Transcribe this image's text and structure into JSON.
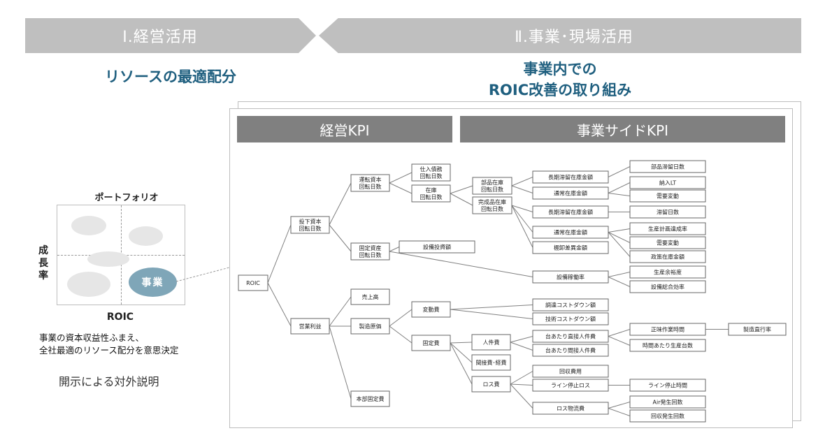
{
  "banners": {
    "left": "Ⅰ.経営活用",
    "right": "Ⅱ.事業･現場活用"
  },
  "headings": {
    "left": "リソースの最適配分",
    "right_line1": "事業内での",
    "right_line2": "ROIC改善の取り組み"
  },
  "kpi_headers": {
    "management": "経営KPI",
    "business": "事業サイドKPI"
  },
  "portfolio": {
    "title": "ポートフォリオ",
    "y_axis_label": "成長率",
    "x_axis_label": "ROIC",
    "highlight_bubble": "事業",
    "highlight_color": "#7fa6b8",
    "description_line1": "事業の資本収益性ふまえ、",
    "description_line2": "全社最適のリソース配分を意思決定",
    "disclosure": "開示による対外説明"
  },
  "colors": {
    "accent_heading": "#1f5f7f",
    "banner": "#bfbfbf",
    "kpi_header": "#808080"
  },
  "tree": {
    "nodes": [
      {
        "id": "roic",
        "lines": [
          "ROIC"
        ]
      },
      {
        "id": "invested",
        "lines": [
          "投下資本",
          "回転日数"
        ]
      },
      {
        "id": "oprofit",
        "lines": [
          "営業利益"
        ]
      },
      {
        "id": "wc",
        "lines": [
          "運転資本",
          "回転日数"
        ]
      },
      {
        "id": "fixed_asset",
        "lines": [
          "固定資産",
          "回転日数"
        ]
      },
      {
        "id": "sales",
        "lines": [
          "売上高"
        ]
      },
      {
        "id": "cogs",
        "lines": [
          "製造原価"
        ]
      },
      {
        "id": "hq_fixed",
        "lines": [
          "本部固定費"
        ]
      },
      {
        "id": "payables",
        "lines": [
          "仕入債務",
          "回転日数"
        ]
      },
      {
        "id": "inventory",
        "lines": [
          "在庫",
          "回転日数"
        ]
      },
      {
        "id": "capex",
        "lines": [
          "設備投資額"
        ]
      },
      {
        "id": "variable",
        "lines": [
          "変動費"
        ]
      },
      {
        "id": "fixed_cost",
        "lines": [
          "固定費"
        ]
      },
      {
        "id": "parts_inv",
        "lines": [
          "部品在庫",
          "回転日数"
        ]
      },
      {
        "id": "fg_inv",
        "lines": [
          "完成品在庫",
          "回転日数"
        ]
      },
      {
        "id": "labor",
        "lines": [
          "人件費"
        ]
      },
      {
        "id": "overhead",
        "lines": [
          "間接費･経費"
        ]
      },
      {
        "id": "loss",
        "lines": [
          "ロス費"
        ]
      },
      {
        "id": "lt_stock1",
        "lines": [
          "長期滞留在庫金額"
        ]
      },
      {
        "id": "normal_stock1",
        "lines": [
          "通常在庫金額"
        ]
      },
      {
        "id": "lt_stock2",
        "lines": [
          "長期滞留在庫金額"
        ]
      },
      {
        "id": "normal_stock2",
        "lines": [
          "通常在庫金額"
        ]
      },
      {
        "id": "stocktake",
        "lines": [
          "棚卸差異金額"
        ]
      },
      {
        "id": "utilization",
        "lines": [
          "設備稼働率"
        ]
      },
      {
        "id": "procure_cd",
        "lines": [
          "調達コストダウン額"
        ]
      },
      {
        "id": "tech_cd",
        "lines": [
          "技術コストダウン額"
        ]
      },
      {
        "id": "direct_labor",
        "lines": [
          "台あたり直接人件費"
        ]
      },
      {
        "id": "indirect_labor",
        "lines": [
          "台あたり間接人件費"
        ]
      },
      {
        "id": "recovery_cost",
        "lines": [
          "回収費用"
        ]
      },
      {
        "id": "line_stop_loss",
        "lines": [
          "ライン停止ロス"
        ]
      },
      {
        "id": "loss_logistics",
        "lines": [
          "ロス物流費"
        ]
      },
      {
        "id": "parts_days",
        "lines": [
          "部品滞留日数"
        ]
      },
      {
        "id": "delivery_lt",
        "lines": [
          "納入LT"
        ]
      },
      {
        "id": "demand1",
        "lines": [
          "需要変動"
        ]
      },
      {
        "id": "stay_days",
        "lines": [
          "滞留日数"
        ]
      },
      {
        "id": "plan_rate",
        "lines": [
          "生産計画達成率"
        ]
      },
      {
        "id": "demand2",
        "lines": [
          "需要変動"
        ]
      },
      {
        "id": "policy_stock",
        "lines": [
          "政策在庫金額"
        ]
      },
      {
        "id": "capacity_margin",
        "lines": [
          "生産余裕度"
        ]
      },
      {
        "id": "oee",
        "lines": [
          "設備総合効率"
        ]
      },
      {
        "id": "net_work_time",
        "lines": [
          "正味作業時間"
        ]
      },
      {
        "id": "units_per_hour",
        "lines": [
          "時間あたり生産台数"
        ]
      },
      {
        "id": "line_stop_time",
        "lines": [
          "ライン停止時間"
        ]
      },
      {
        "id": "air_count",
        "lines": [
          "Air発生回数"
        ]
      },
      {
        "id": "recall_count",
        "lines": [
          "回収発生回数"
        ]
      },
      {
        "id": "first_pass",
        "lines": [
          "製造直行率"
        ]
      }
    ],
    "edges": [
      [
        "roic",
        "invested"
      ],
      [
        "roic",
        "oprofit"
      ],
      [
        "invested",
        "wc"
      ],
      [
        "invested",
        "fixed_asset"
      ],
      [
        "wc",
        "payables"
      ],
      [
        "wc",
        "inventory"
      ],
      [
        "inventory",
        "parts_inv"
      ],
      [
        "inventory",
        "fg_inv"
      ],
      [
        "parts_inv",
        "lt_stock1"
      ],
      [
        "parts_inv",
        "normal_stock1"
      ],
      [
        "fg_inv",
        "lt_stock2"
      ],
      [
        "fg_inv",
        "normal_stock2"
      ],
      [
        "fg_inv",
        "stocktake"
      ],
      [
        "lt_stock1",
        "parts_days"
      ],
      [
        "normal_stock1",
        "delivery_lt"
      ],
      [
        "normal_stock1",
        "demand1"
      ],
      [
        "lt_stock2",
        "stay_days"
      ],
      [
        "normal_stock2",
        "plan_rate"
      ],
      [
        "normal_stock2",
        "demand2"
      ],
      [
        "normal_stock2",
        "policy_stock"
      ],
      [
        "fixed_asset",
        "capex"
      ],
      [
        "fixed_asset",
        "utilization"
      ],
      [
        "utilization",
        "capacity_margin"
      ],
      [
        "utilization",
        "oee"
      ],
      [
        "oprofit",
        "sales"
      ],
      [
        "oprofit",
        "cogs"
      ],
      [
        "oprofit",
        "hq_fixed"
      ],
      [
        "cogs",
        "variable"
      ],
      [
        "cogs",
        "fixed_cost"
      ],
      [
        "variable",
        "procure_cd"
      ],
      [
        "variable",
        "tech_cd"
      ],
      [
        "fixed_cost",
        "labor"
      ],
      [
        "fixed_cost",
        "overhead"
      ],
      [
        "fixed_cost",
        "loss"
      ],
      [
        "labor",
        "direct_labor"
      ],
      [
        "labor",
        "indirect_labor"
      ],
      [
        "direct_labor",
        "net_work_time"
      ],
      [
        "direct_labor",
        "units_per_hour"
      ],
      [
        "net_work_time",
        "first_pass"
      ],
      [
        "loss",
        "recovery_cost"
      ],
      [
        "loss",
        "line_stop_loss"
      ],
      [
        "loss",
        "loss_logistics"
      ],
      [
        "line_stop_loss",
        "line_stop_time"
      ],
      [
        "loss_logistics",
        "air_count"
      ],
      [
        "loss_logistics",
        "recall_count"
      ]
    ]
  }
}
